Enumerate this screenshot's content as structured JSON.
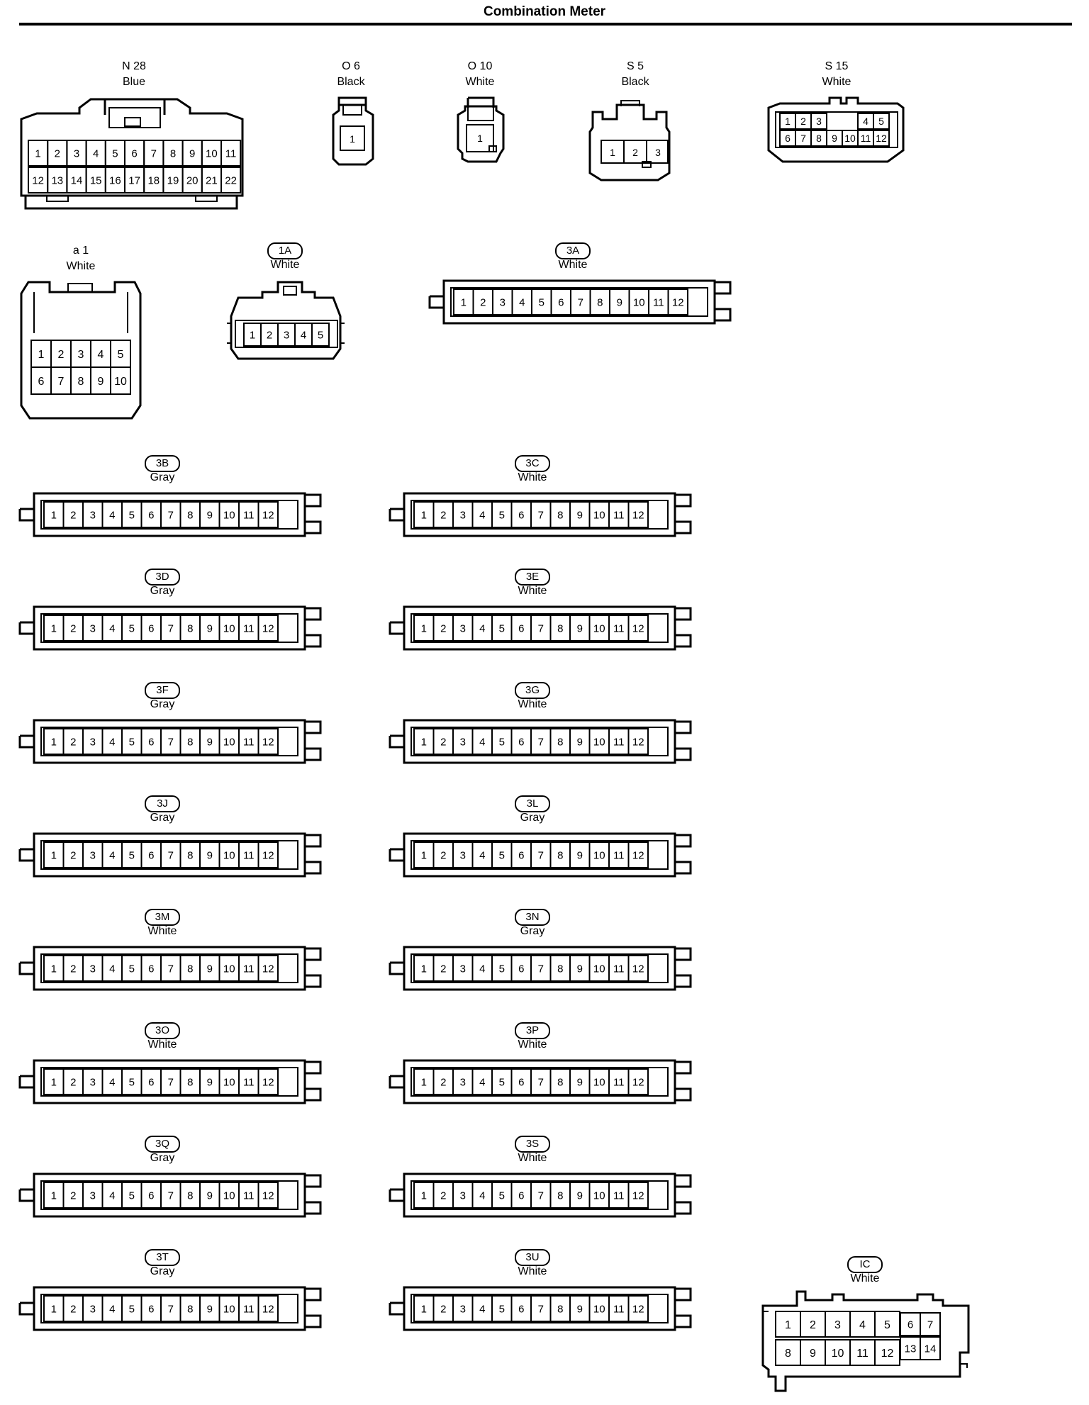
{
  "page": {
    "title": "Combination Meter"
  },
  "connectors": [
    {
      "id": "N 28",
      "pill": false,
      "color": "Blue"
    },
    {
      "id": "O 6",
      "pill": false,
      "color": "Black"
    },
    {
      "id": "O 10",
      "pill": false,
      "color": "White"
    },
    {
      "id": "S 5",
      "pill": false,
      "color": "Black"
    },
    {
      "id": "S 15",
      "pill": false,
      "color": "White"
    },
    {
      "id": "a 1",
      "pill": false,
      "color": "White"
    },
    {
      "id": "1A",
      "pill": true,
      "color": "White"
    },
    {
      "id": "3A",
      "pill": true,
      "color": "White"
    },
    {
      "id": "3B",
      "pill": true,
      "color": "Gray"
    },
    {
      "id": "3C",
      "pill": true,
      "color": "White"
    },
    {
      "id": "3D",
      "pill": true,
      "color": "Gray"
    },
    {
      "id": "3E",
      "pill": true,
      "color": "White"
    },
    {
      "id": "3F",
      "pill": true,
      "color": "Gray"
    },
    {
      "id": "3G",
      "pill": true,
      "color": "White"
    },
    {
      "id": "3J",
      "pill": true,
      "color": "Gray"
    },
    {
      "id": "3L",
      "pill": true,
      "color": "Gray"
    },
    {
      "id": "3M",
      "pill": true,
      "color": "White"
    },
    {
      "id": "3N",
      "pill": true,
      "color": "Gray"
    },
    {
      "id": "3O",
      "pill": true,
      "color": "White"
    },
    {
      "id": "3P",
      "pill": true,
      "color": "White"
    },
    {
      "id": "3Q",
      "pill": true,
      "color": "Gray"
    },
    {
      "id": "3S",
      "pill": true,
      "color": "White"
    },
    {
      "id": "3T",
      "pill": true,
      "color": "Gray"
    },
    {
      "id": "3U",
      "pill": true,
      "color": "White"
    },
    {
      "id": "IC",
      "pill": true,
      "color": "White"
    }
  ],
  "pins": {
    "n28_top": [
      "1",
      "2",
      "3",
      "4",
      "5",
      "6",
      "7",
      "8",
      "9",
      "10",
      "11"
    ],
    "n28_bottom": [
      "12",
      "13",
      "14",
      "15",
      "16",
      "17",
      "18",
      "19",
      "20",
      "21",
      "22"
    ],
    "o6": [
      "1"
    ],
    "o10": [
      "1"
    ],
    "s5": [
      "1",
      "2",
      "3"
    ],
    "s15_top": [
      "1",
      "2",
      "3",
      "",
      "4",
      "5"
    ],
    "s15_bottom": [
      "6",
      "7",
      "8",
      "9",
      "10",
      "11",
      "12"
    ],
    "a1_top": [
      "1",
      "2",
      "3",
      "4",
      "5"
    ],
    "a1_bottom": [
      "6",
      "7",
      "8",
      "9",
      "10"
    ],
    "c1a": [
      "1",
      "2",
      "3",
      "4",
      "5"
    ],
    "strip12": [
      "1",
      "2",
      "3",
      "4",
      "5",
      "6",
      "7",
      "8",
      "9",
      "10",
      "11",
      "12"
    ],
    "ic_top": [
      "1",
      "2",
      "3",
      "4",
      "5"
    ],
    "ic_bottom": [
      "8",
      "9",
      "10",
      "11",
      "12"
    ],
    "ic_right_top": [
      "6",
      "7"
    ],
    "ic_right_bottom": [
      "13",
      "14"
    ]
  }
}
